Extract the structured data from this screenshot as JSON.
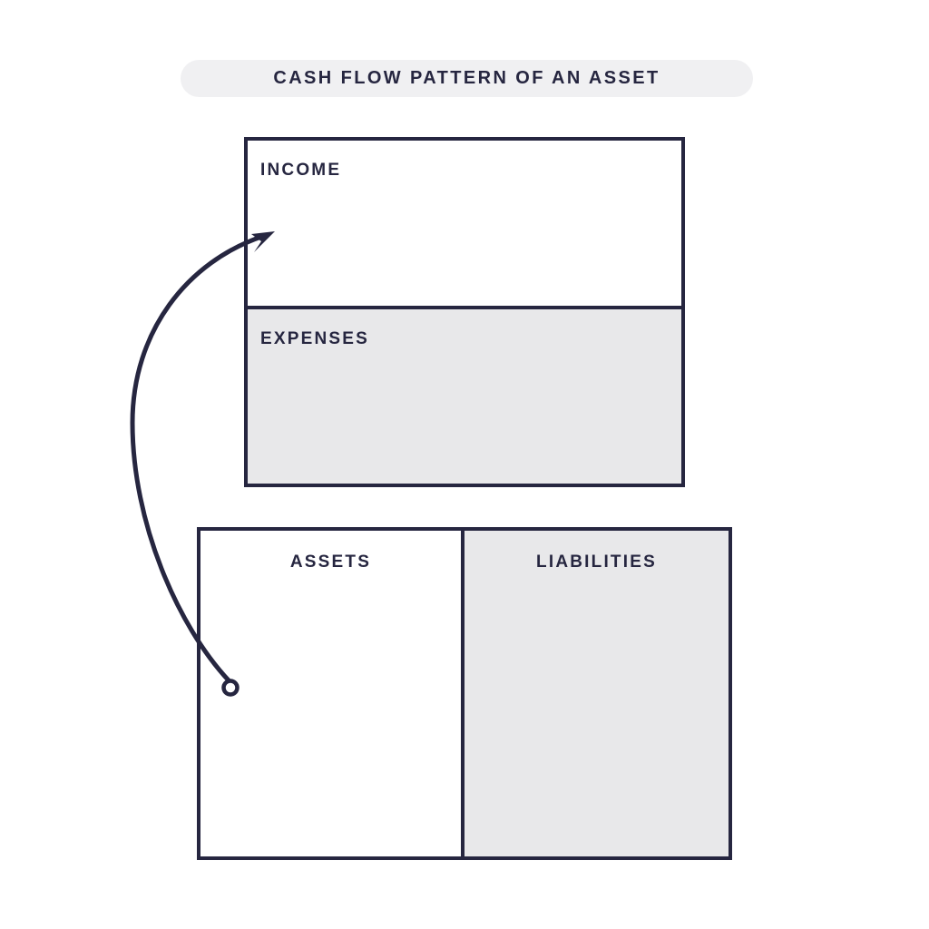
{
  "header": {
    "title": "CASH FLOW PATTERN OF AN ASSET"
  },
  "diagram": {
    "type": "cashflow-quadrant",
    "income_statement": {
      "income": {
        "label": "INCOME",
        "fill": "#ffffff"
      },
      "expenses": {
        "label": "EXPENSES",
        "fill": "#e8e8ea"
      }
    },
    "balance_sheet": {
      "assets": {
        "label": "ASSETS",
        "fill": "#ffffff"
      },
      "liabilities": {
        "label": "LIABILITIES",
        "fill": "#e8e8ea"
      }
    },
    "flow_arrow": {
      "from": "assets",
      "to": "income",
      "start_marker": "circle",
      "end_marker": "arrowhead"
    }
  },
  "colors": {
    "ink": "#262640",
    "panel_gray": "#e8e8ea",
    "pill_gray": "#f0f0f2",
    "background": "#ffffff"
  }
}
